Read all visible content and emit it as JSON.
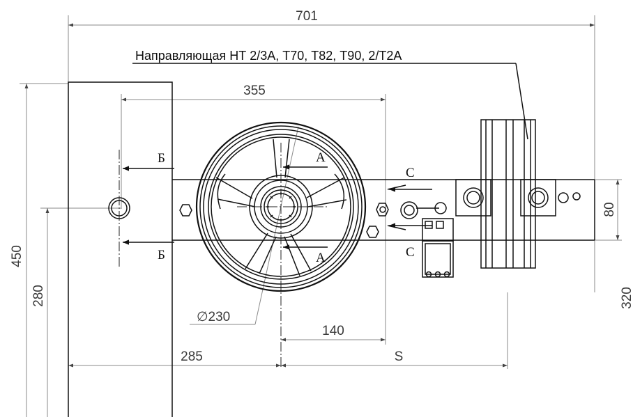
{
  "dimensions": {
    "overall_width": "701",
    "wheel_span": "355",
    "total_height": "450",
    "axis_height": "280",
    "right_height": "320",
    "beam_height": "80",
    "offset_140": "140",
    "offset_285": "285",
    "stroke_s": "S",
    "wheel_diameter": "∅230"
  },
  "section_marks": {
    "a_top": "A",
    "a_bottom": "A",
    "b_top": "Б",
    "b_bottom": "Б",
    "c_top": "С",
    "c_bottom": "С"
  },
  "callout": {
    "guide_rail": "Направляющая НТ 2/3А, Т70, Т82, Т90, 2/Т2А"
  },
  "colors": {
    "line": "#111111",
    "dimension": "#8a8a8a",
    "background": "#ffffff"
  }
}
